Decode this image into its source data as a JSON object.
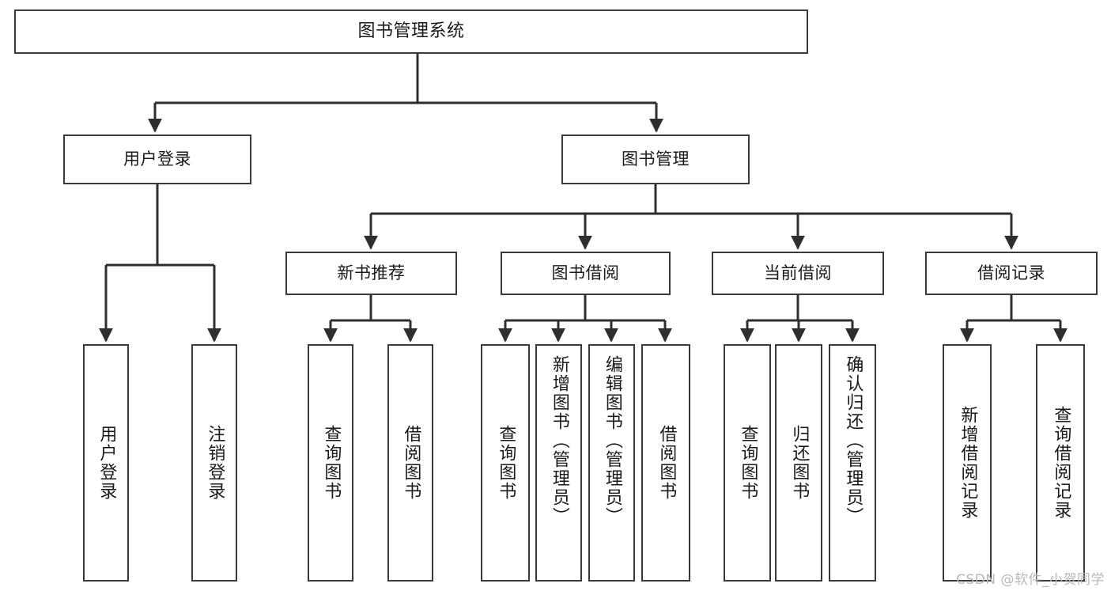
{
  "diagram": {
    "title": "图书管理系统",
    "type": "tree-hierarchy-diagram",
    "root": {
      "id": "root",
      "label": "图书管理系统"
    },
    "level2": [
      {
        "id": "user-login",
        "label": "用户登录"
      },
      {
        "id": "book-manage",
        "label": "图书管理"
      }
    ],
    "level3": [
      {
        "id": "new-book-recommend",
        "label": "新书推荐",
        "parent": "book-manage"
      },
      {
        "id": "book-borrow",
        "label": "图书借阅",
        "parent": "book-manage"
      },
      {
        "id": "current-borrow",
        "label": "当前借阅",
        "parent": "book-manage"
      },
      {
        "id": "borrow-record",
        "label": "借阅记录",
        "parent": "book-manage"
      }
    ],
    "leaves": [
      {
        "id": "leaf-user-login",
        "label": "用户登录",
        "parent": "user-login"
      },
      {
        "id": "leaf-user-logout",
        "label": "注销登录",
        "parent": "user-login"
      },
      {
        "id": "leaf-query-book-1",
        "label": "查询图书",
        "parent": "new-book-recommend"
      },
      {
        "id": "leaf-borrow-book-1",
        "label": "借阅图书",
        "parent": "new-book-recommend"
      },
      {
        "id": "leaf-query-book-2",
        "label": "查询图书",
        "parent": "book-borrow"
      },
      {
        "id": "leaf-add-book",
        "label": "新增图书（管理员）",
        "parent": "book-borrow"
      },
      {
        "id": "leaf-edit-book",
        "label": "编辑图书（管理员）",
        "parent": "book-borrow"
      },
      {
        "id": "leaf-borrow-book-2",
        "label": "借阅图书",
        "parent": "book-borrow"
      },
      {
        "id": "leaf-query-book-3",
        "label": "查询图书",
        "parent": "current-borrow"
      },
      {
        "id": "leaf-return-book",
        "label": "归还图书",
        "parent": "current-borrow"
      },
      {
        "id": "leaf-confirm-return",
        "label": "确认归还（管理员）",
        "parent": "current-borrow"
      },
      {
        "id": "leaf-add-record",
        "label": "新增借阅记录",
        "parent": "borrow-record"
      },
      {
        "id": "leaf-query-record",
        "label": "查询借阅记录",
        "parent": "borrow-record"
      }
    ],
    "watermark": "CSDN @软件_小贺同学",
    "colors": {
      "stroke": "#3a3a3a",
      "background": "#ffffff",
      "text": "#1a1a1a",
      "watermark": "#b9b9b9"
    }
  }
}
